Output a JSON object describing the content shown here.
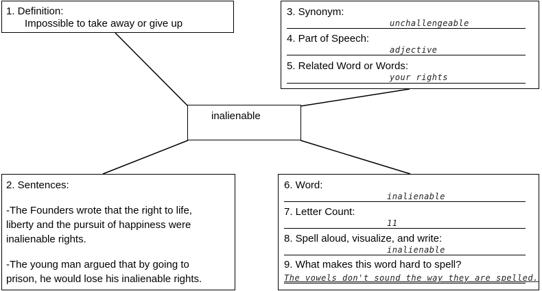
{
  "center": {
    "word": "inalienable"
  },
  "definition": {
    "label": "1.   Definition:",
    "text": "Impossible to take away or give up"
  },
  "sentences": {
    "label": "2. Sentences:",
    "lines_1": [
      "-The Founders wrote that the right to life,",
      "liberty and the pursuit of happiness were",
      "inalienable rights."
    ],
    "lines_2": [
      "-The young man argued that by going to",
      "prison, he would lose his inalienable rights."
    ]
  },
  "top_right": {
    "synonym_label": "3. Synonym:",
    "synonym_answer": "unchallengeable",
    "pos_label": "4. Part of Speech:",
    "pos_answer": "adjective",
    "related_label": "5. Related Word or Words:",
    "related_answer": "your rights"
  },
  "bottom_right": {
    "word_label": "6. Word:",
    "word_answer": "inalienable",
    "count_label": "7. Letter Count:",
    "count_answer": "11",
    "spell_label": "8. Spell aloud, visualize, and write:",
    "spell_answer": "inalienable",
    "hard_label": "9. What makes this word hard to spell?",
    "hard_answer": "The vowels don't sound the way they are spelled."
  }
}
